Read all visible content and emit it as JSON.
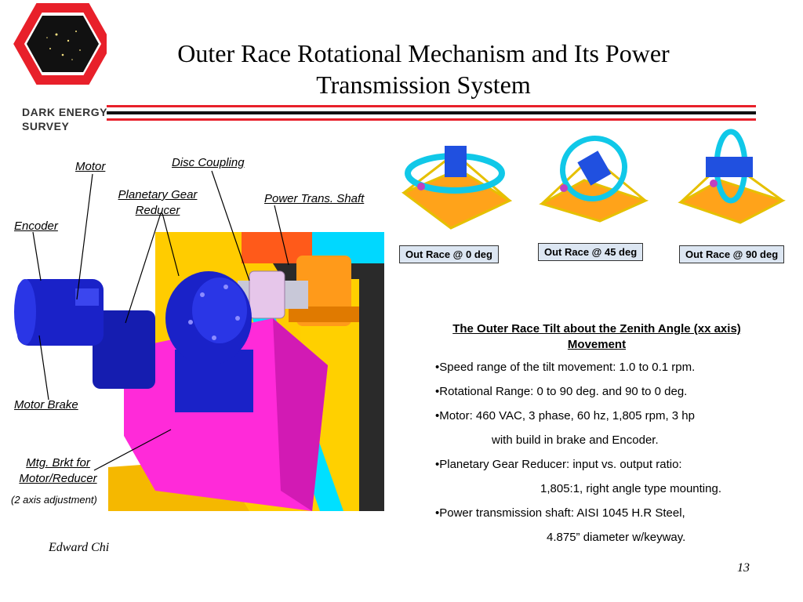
{
  "slide": {
    "title_line1": "Outer Race Rotational Mechanism and Its Power",
    "title_line2": "Transmission System",
    "org_line1": "DARK ENERGY",
    "org_line2": "SURVEY",
    "author": "Edward Chi",
    "page_number": "13"
  },
  "colors": {
    "rule_red": "#e8202a",
    "rule_black": "#111111",
    "motor_blue": "#1a22c8",
    "bracket_magenta": "#ff2ad9",
    "frame_yellow": "#ffcc00",
    "cyan": "#00d8ff",
    "caption_bg": "#dce6f2"
  },
  "labels": {
    "motor": "Motor",
    "disc_coupling": "Disc Coupling",
    "planetary_line1": "Planetary Gear",
    "planetary_line2": "Reducer",
    "power_shaft": "Power Trans. Shaft",
    "encoder": "Encoder",
    "motor_brake": "Motor Brake",
    "bracket_line1": "Mtg. Brkt for",
    "bracket_line2": "Motor/Reducer",
    "bracket_note": "(2 axis adjustment)"
  },
  "captions": {
    "deg0": "Out Race @ 0 deg",
    "deg45": "Out Race @ 45 deg",
    "deg90": "Out Race @ 90 deg"
  },
  "specs": {
    "heading": "The Outer Race Tilt about the Zenith Angle (xx axis) Movement",
    "items": [
      {
        "text": "•Speed range of the tilt movement:  1.0 to 0.1 rpm.",
        "cont": ""
      },
      {
        "text": "•Rotational Range: 0 to 90 deg. and 90 to 0  deg.",
        "cont": ""
      },
      {
        "text": "•Motor: 460 VAC, 3 phase, 60 hz, 1,805  rpm,  3 hp",
        "cont": "with build in brake and Encoder."
      },
      {
        "text": "•Planetary Gear Reducer:  input vs. output ratio:",
        "cont": "1,805:1,  right angle type mounting."
      },
      {
        "text": "•Power transmission shaft: AISI 1045 H.R Steel,",
        "cont": "4.875” diameter w/keyway."
      }
    ]
  }
}
